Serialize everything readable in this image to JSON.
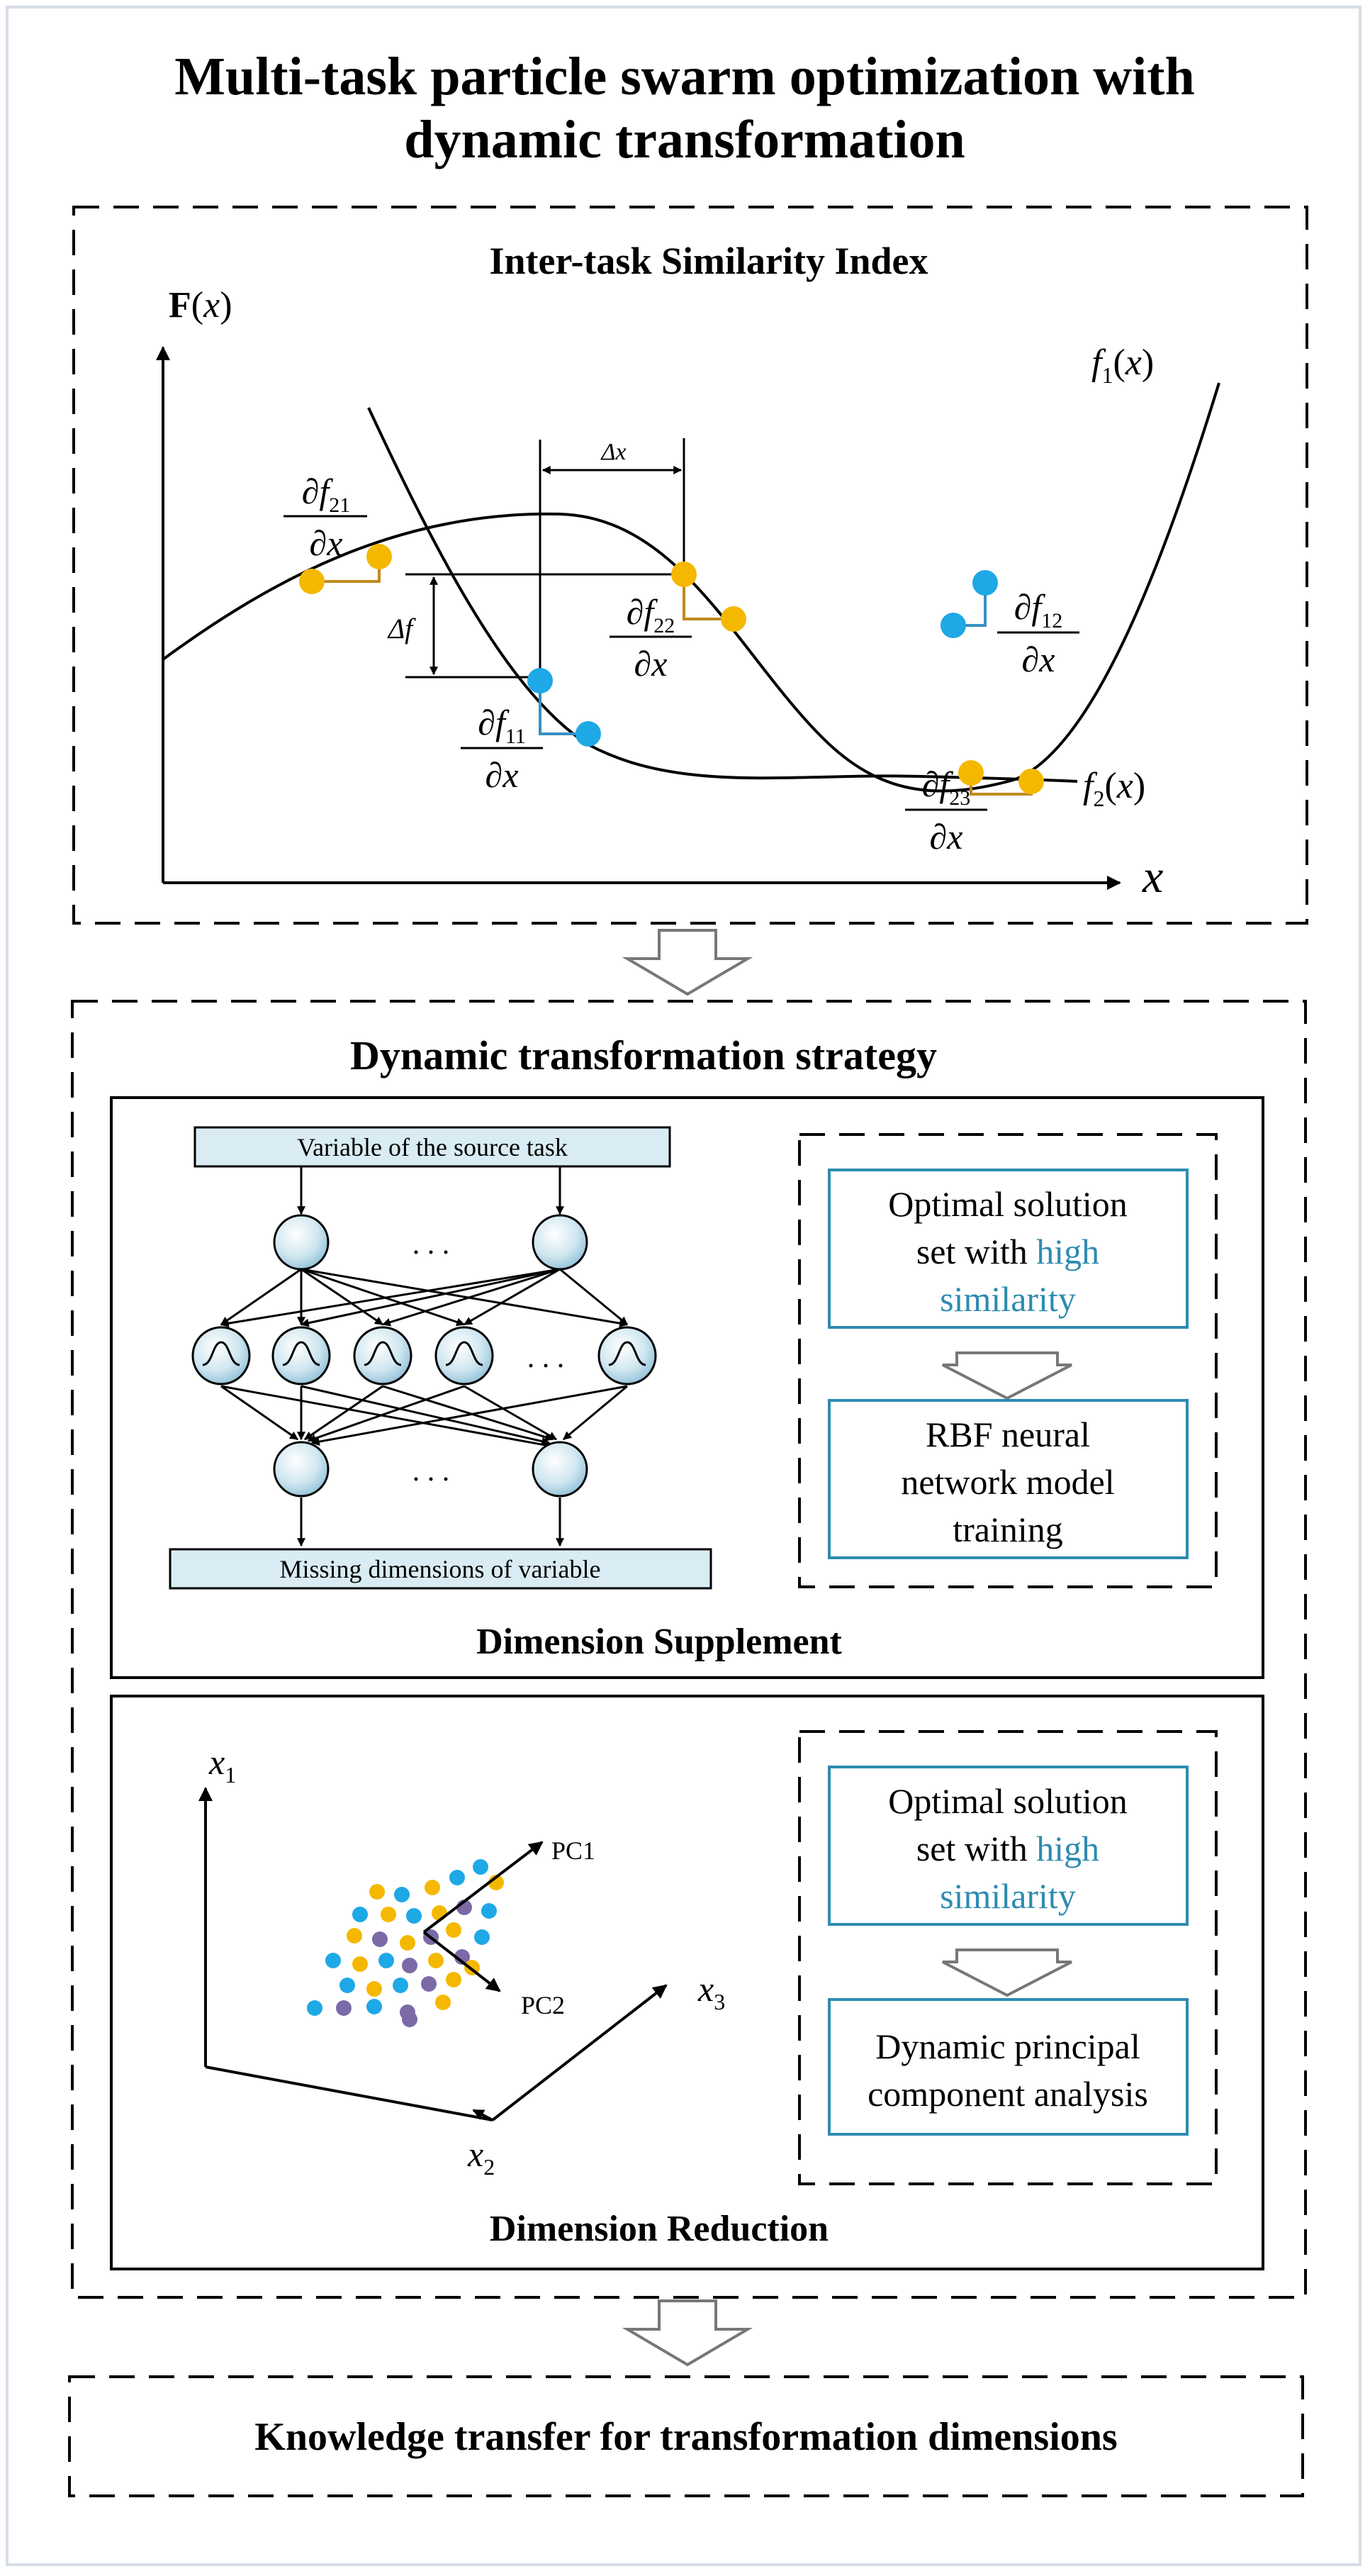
{
  "title": {
    "line1": "Multi-task particle swarm optimization with",
    "line2": "dynamic transformation"
  },
  "similarity": {
    "heading": "Inter-task Similarity Index",
    "y_axis_label": "F(x)",
    "x_axis_label": "x",
    "curve_f1": "f1(x)",
    "curve_f2": "f2(x)",
    "delta_x": "Δx",
    "delta_f": "Δf",
    "deriv_21": "∂f21/∂x",
    "deriv_22": "∂f22/∂x",
    "deriv_11": "∂f11/∂x",
    "deriv_12": "∂f12/∂x",
    "deriv_23": "∂f23/∂x",
    "colors": {
      "orange": "#f5b800",
      "blue": "#1ea8e6",
      "orange_line": "#c08a1e",
      "blue_line": "#3a8fc0"
    }
  },
  "dynamic": {
    "heading": "Dynamic transformation strategy",
    "supplement": {
      "caption": "Dimension Supplement",
      "input_label": "Variable of the source task",
      "output_label": "Missing dimensions of  variable",
      "ellipsis": ". . .",
      "box1_line1": "Optimal solution",
      "box1_line2": "set with ",
      "box1_highlight_a": "high",
      "box1_highlight_b": "similarity",
      "box2_line1": "RBF neural",
      "box2_line2": "network model",
      "box2_line3": "training"
    },
    "reduction": {
      "caption": "Dimension Reduction",
      "x1": "x1",
      "x2": "x2",
      "x3": "x3",
      "pc1": "PC1",
      "pc2": "PC2",
      "box1_line1": "Optimal solution",
      "box1_line2": "set with ",
      "box1_highlight_a": "high",
      "box1_highlight_b": "similarity",
      "box2_line1": "Dynamic principal",
      "box2_line2": "component analysis",
      "colors": {
        "blue": "#1ea8e6",
        "orange": "#f5b800",
        "purple": "#7b6aa6"
      }
    }
  },
  "knowledge": {
    "label": "Knowledge transfer for transformation dimensions"
  }
}
